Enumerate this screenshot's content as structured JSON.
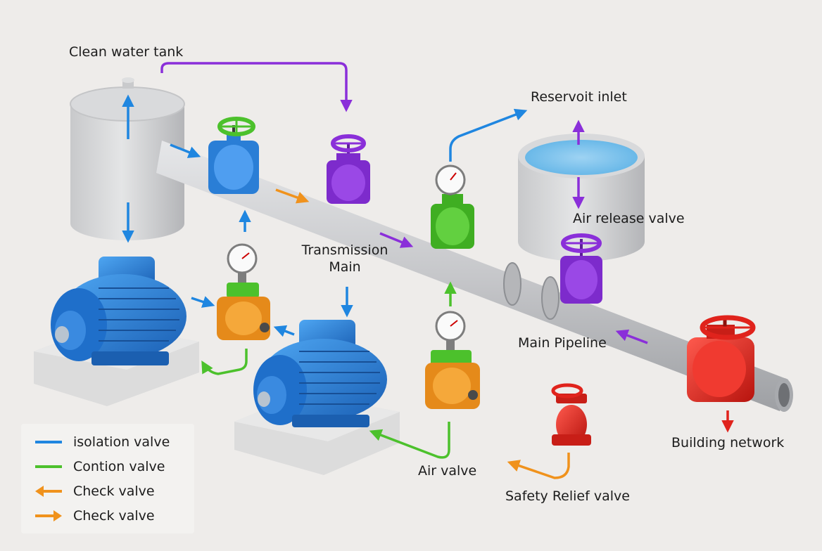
{
  "labels": {
    "clean_water_tank": "Clean water tank",
    "reservoir_inlet": "Reservoit inlet",
    "air_release_valve": "Air release valve",
    "transmission_main_line1": "Transmission",
    "transmission_main_line2": "Main",
    "main_pipeline": "Main Pipeline",
    "building_network": "Building network",
    "air_valve": "Air valve",
    "safety_relief_valve": "Safety Relief valve"
  },
  "legend": {
    "items": [
      {
        "label": "isolation valve",
        "color": "#1f86e0",
        "arrow": "none"
      },
      {
        "label": "Contion valve",
        "color": "#4cc12c",
        "arrow": "none"
      },
      {
        "label": "Check valve",
        "color": "#f0921c",
        "arrow": "left"
      },
      {
        "label": "Check valve",
        "color": "#f0921c",
        "arrow": "right"
      }
    ]
  },
  "colors": {
    "isolation_blue": "#1f86e0",
    "control_green": "#4cc12c",
    "check_orange": "#f0921c",
    "flow_purple": "#8a2fd9",
    "relief_red": "#e0231c",
    "pipe_gray": "#c9cacd"
  },
  "icons": {
    "tank": "water-tank-icon",
    "reservoir": "reservoir-icon",
    "pump": "electric-pump-icon",
    "gauge": "pressure-gauge-icon",
    "valve": "gate-valve-icon"
  }
}
